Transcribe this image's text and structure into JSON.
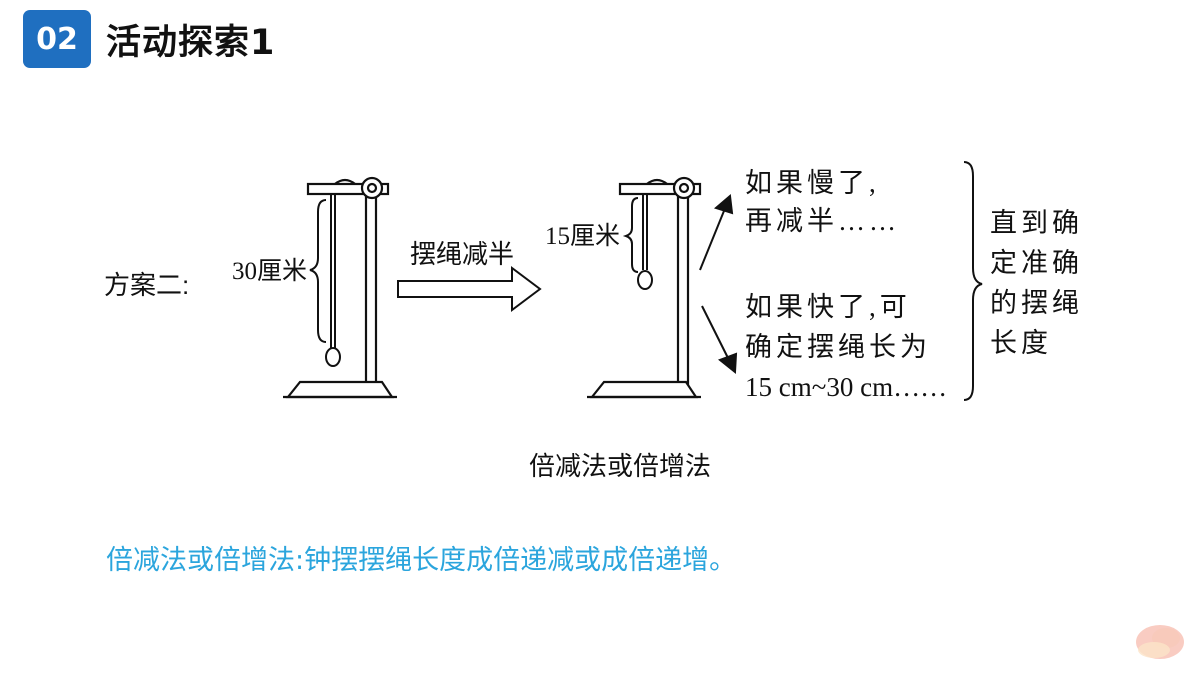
{
  "header": {
    "badge": "02",
    "title": "活动探索1"
  },
  "diagram": {
    "plan_label": "方案二:",
    "length_left": "30厘米",
    "arrow_label": "摆绳减半",
    "length_right": "15厘米",
    "if_slow_line1": "如果慢了,",
    "if_slow_line2": "再减半……",
    "if_fast_line1": "如果快了,可",
    "if_fast_line2": "确定摆绳长为",
    "if_fast_line3": "15 cm~30 cm……",
    "result_line1": "直到确",
    "result_line2": "定准确",
    "result_line3": "的摆绳",
    "result_line4": "长度"
  },
  "caption": "倍减法或倍增法",
  "definition": "倍减法或倍增法:钟摆摆绳长度成倍递减或成倍递增。",
  "colors": {
    "badge": "#1f6fc0",
    "definition": "#2ba5dd",
    "ink": "#111111"
  }
}
